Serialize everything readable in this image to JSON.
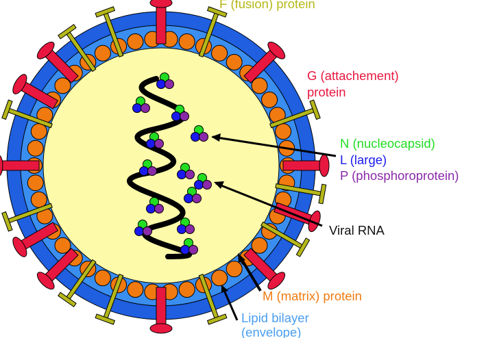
{
  "labels": {
    "f_protein": "F (fusion) protein",
    "g_protein_line1": "G (attachement)",
    "g_protein_line2": "protein",
    "n_protein": "N (nucleocapsid)",
    "l_protein": "L (large)",
    "p_protein": "P (phosphoroprotein)",
    "viral_rna": "Viral RNA",
    "m_protein": "M (matrix) protein",
    "lipid_line1": "Lipid bilayer",
    "lipid_line2": "(envelope)"
  },
  "colors": {
    "f_protein": "#b5b81a",
    "g_protein": "#e8173f",
    "n_protein": "#22dd22",
    "l_protein": "#1a1aee",
    "p_protein": "#8a2aa8",
    "viral_rna": "#111111",
    "m_protein": "#f07a10",
    "lipid": "#4a9ef0",
    "envelope_dark": "#1f5fe0",
    "envelope_light": "#3a8ef0",
    "core": "#fdfaaa",
    "rna": "#000000"
  }
}
